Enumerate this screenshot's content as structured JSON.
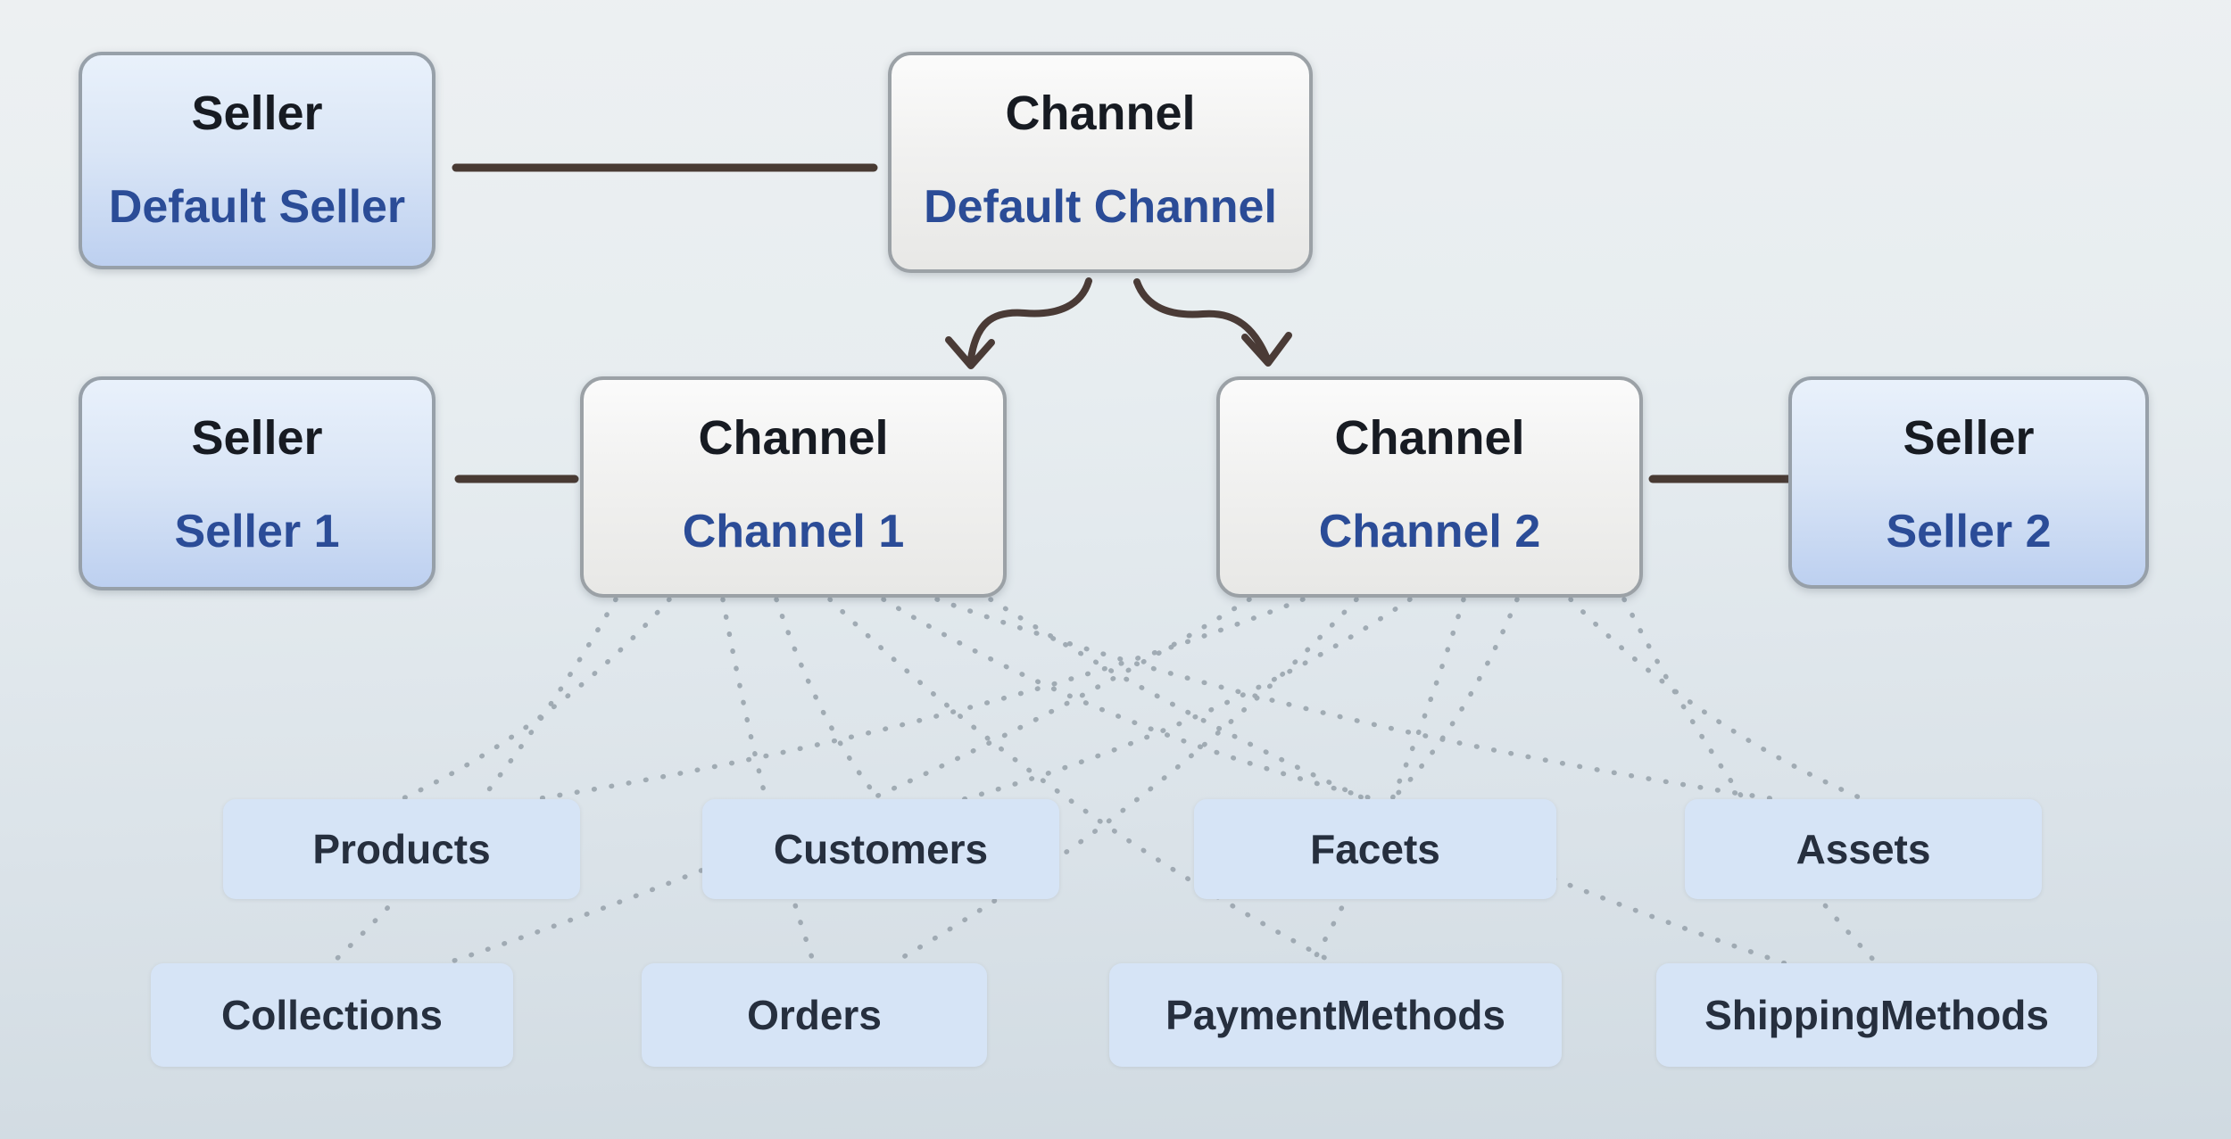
{
  "nodes": [
    {
      "type": "Seller",
      "name": "Default Seller"
    },
    {
      "type": "Channel",
      "name": "Default Channel"
    },
    {
      "type": "Seller",
      "name": "Seller 1"
    },
    {
      "type": "Channel",
      "name": "Channel 1"
    },
    {
      "type": "Channel",
      "name": "Channel 2"
    },
    {
      "type": "Seller",
      "name": "Seller 2"
    }
  ],
  "entities": [
    {
      "label": "Products"
    },
    {
      "label": "Customers"
    },
    {
      "label": "Facets"
    },
    {
      "label": "Assets"
    },
    {
      "label": "Collections"
    },
    {
      "label": "Orders"
    },
    {
      "label": "PaymentMethods"
    },
    {
      "label": "ShippingMethods"
    }
  ],
  "colors": {
    "background_top": "#edf0f2",
    "background_bottom": "#d0dae1",
    "seller_box_top": "#e9f1fb",
    "seller_box_bottom": "#bdd0f0",
    "channel_box_top": "#fbfbfb",
    "channel_box_bottom": "#e8e8e6",
    "entity_box": "#d6e4f6",
    "type_text": "#171b22",
    "name_text": "#2b4c97",
    "entity_text": "#262f3e",
    "solid_link": "#483a33",
    "dotted_link": "#9aa5ae",
    "box_border": "#9aa2ab"
  }
}
